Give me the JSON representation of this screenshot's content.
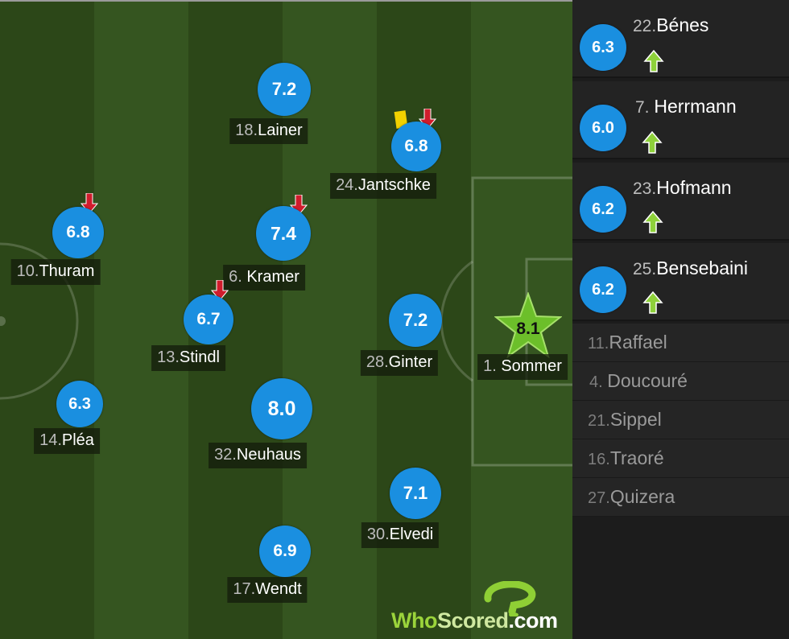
{
  "pitch": {
    "players": [
      {
        "id": "lainer",
        "number": "18.",
        "name": "Lainer",
        "rating": "7.2"
      },
      {
        "id": "jantschke",
        "number": "24.",
        "name": "Jantschke",
        "rating": "6.8"
      },
      {
        "id": "thuram",
        "number": "10.",
        "name": "Thuram",
        "rating": "6.8"
      },
      {
        "id": "kramer",
        "number": "6. ",
        "name": "Kramer",
        "rating": "7.4"
      },
      {
        "id": "stindl",
        "number": "13.",
        "name": "Stindl",
        "rating": "6.7"
      },
      {
        "id": "ginter",
        "number": "28.",
        "name": "Ginter",
        "rating": "7.2"
      },
      {
        "id": "sommer",
        "number": "1. ",
        "name": "Sommer",
        "rating": "8.1"
      },
      {
        "id": "plea",
        "number": "14.",
        "name": "Pléa",
        "rating": "6.3"
      },
      {
        "id": "neuhaus",
        "number": "32.",
        "name": "Neuhaus",
        "rating": "8.0"
      },
      {
        "id": "elvedi",
        "number": "30.",
        "name": "Elvedi",
        "rating": "7.1"
      },
      {
        "id": "wendt",
        "number": "17.",
        "name": "Wendt",
        "rating": "6.9"
      }
    ],
    "icons": {
      "sub_off": "arrow-down-icon",
      "yellow_card": "yellow-card-icon",
      "man_of_match": "star-icon"
    },
    "colors": {
      "rating_circle": "#1a8fe0",
      "sub_off_arrow": "#d01c2c",
      "yellow_card": "#f2d200",
      "star": "#6cbf2a"
    }
  },
  "logo": {
    "who": "Who",
    "scored": "Scored",
    "dotcom": ".com"
  },
  "bench": {
    "substitutes": [
      {
        "id": "benes",
        "number": "22.",
        "name": "Bénes",
        "rating": "6.3"
      },
      {
        "id": "herrmann",
        "number": "7. ",
        "name": "Herrmann",
        "rating": "6.0"
      },
      {
        "id": "hofmann",
        "number": "23.",
        "name": "Hofmann",
        "rating": "6.2"
      },
      {
        "id": "bensebaini",
        "number": "25.",
        "name": "Bensebaini",
        "rating": "6.2"
      }
    ],
    "unused": [
      {
        "id": "raffael",
        "number": "11.",
        "name": "Raffael"
      },
      {
        "id": "doucoure",
        "number": "4. ",
        "name": "Doucouré"
      },
      {
        "id": "sippel",
        "number": "21.",
        "name": "Sippel"
      },
      {
        "id": "traore",
        "number": "16.",
        "name": "Traoré"
      },
      {
        "id": "quizera",
        "number": "27.",
        "name": "Quizera"
      }
    ],
    "icons": {
      "sub_on": "arrow-up-icon"
    },
    "colors": {
      "sub_on_arrow": "#8ed13a"
    }
  }
}
